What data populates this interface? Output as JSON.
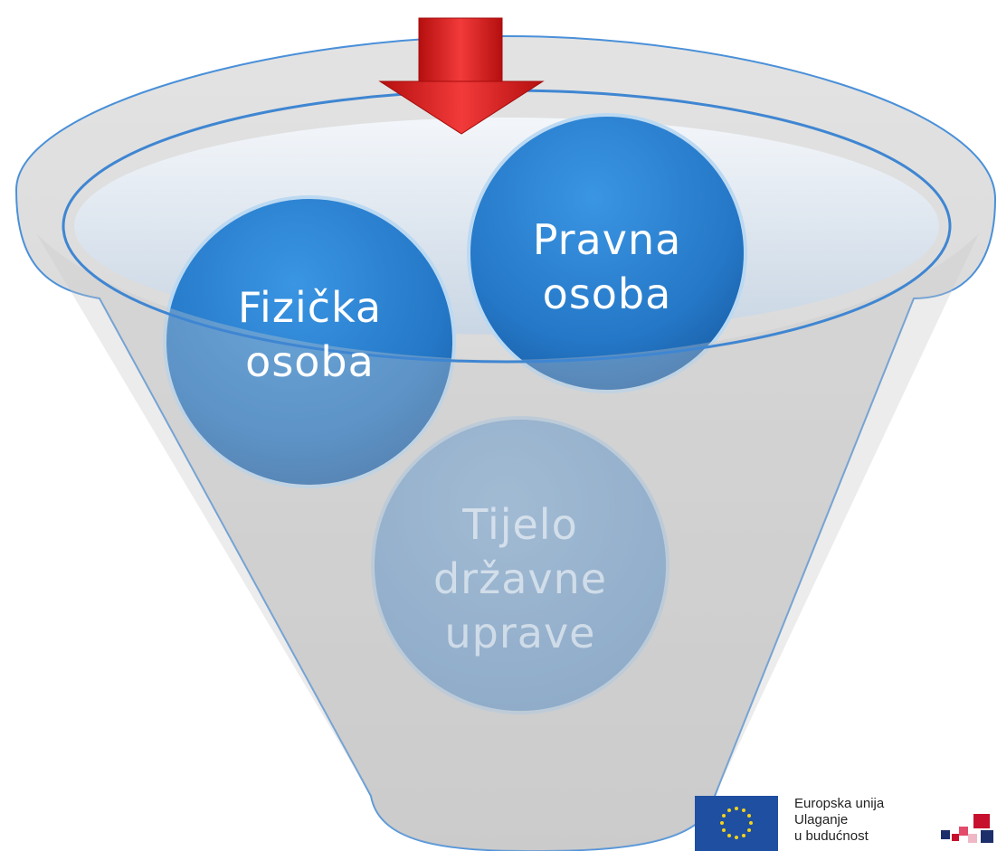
{
  "diagram": {
    "circles": [
      {
        "id": "fizicka",
        "line1": "Fizička",
        "line2": "osoba"
      },
      {
        "id": "pravna",
        "line1": "Pravna",
        "line2": "osoba"
      },
      {
        "id": "tijelo",
        "line1": "Tijelo",
        "line2": "državne",
        "line3": "uprave"
      }
    ]
  },
  "logo": {
    "line1": "Europska unija",
    "line2": "Ulaganje",
    "line3": "u budućnost"
  },
  "colors": {
    "circle_top": "#2f86d6",
    "circle_bottom": "#1d5fa8",
    "circle_faded": "#7ea7cf",
    "funnel_fill": "#d9d9d9",
    "funnel_rim": "#4a90d9",
    "arrow": "#e01b1b",
    "eu_blue": "#1f4fa0",
    "eu_star": "#f4d31a"
  }
}
